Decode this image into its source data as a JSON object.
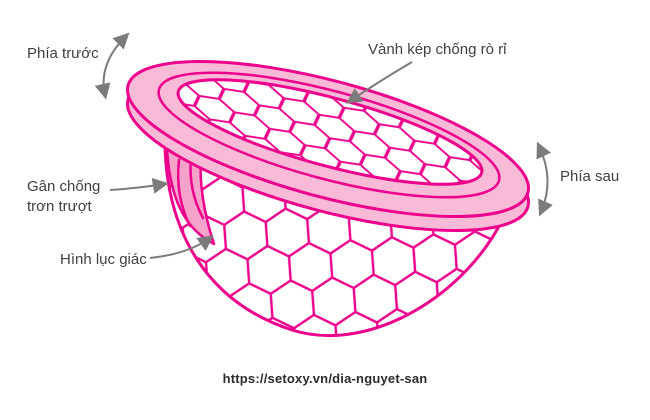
{
  "labels": {
    "front": "Phía trước",
    "double_rim": "Vành kép chống rò rỉ",
    "anti_slip": "Gân chống\ntrơn trượt",
    "hexagon": "Hình lục giác",
    "back": "Phía sau"
  },
  "footer": {
    "source_url": "https://setoxy.vn/dia-nguyet-san"
  },
  "colors": {
    "outline_pink": "#EC008C",
    "rim_fill_pink": "#F9BAD7",
    "rib_fill_pink": "#F6A3CC",
    "arrow_gray": "#7B7B7B",
    "label_text": "#3F3F3F"
  }
}
